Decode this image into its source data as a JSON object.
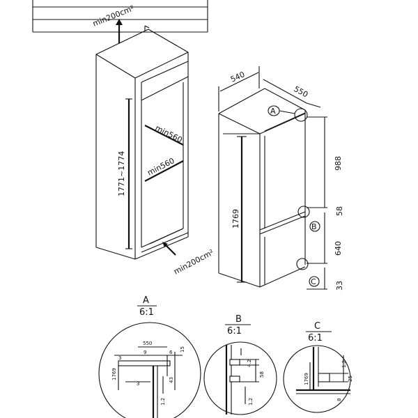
{
  "top_vent": {
    "label": "min200cm²"
  },
  "bottom_vent": {
    "label": "min200cm²"
  },
  "cabinet": {
    "height_range": "1771~1774",
    "depth_min_upper": "min560",
    "depth_min_lower": "min560"
  },
  "appliance": {
    "width": "540",
    "depth": "550",
    "height": "1769",
    "upper_section": "988",
    "hinge_gap": "58",
    "lower_section": "640",
    "bottom_gap": "33",
    "markers": {
      "a": "A",
      "b": "B",
      "c": "C"
    }
  },
  "details": {
    "a": {
      "letter": "A",
      "scale": "6:1",
      "dims": {
        "width": "550",
        "d9": "9",
        "d6": "6",
        "d15": "15",
        "d3a": "3",
        "d3b": "3",
        "d43": "43",
        "d1769": "1769",
        "d12": "1.2"
      }
    },
    "b": {
      "letter": "B",
      "scale": "6:1",
      "dims": {
        "d42": "4.2",
        "d58": "58",
        "d12": "1.2"
      }
    },
    "c": {
      "letter": "C",
      "scale": "6:1",
      "dims": {
        "d1769": "1769",
        "d12": "1.2",
        "d25": "25",
        "d8": "8"
      }
    }
  }
}
